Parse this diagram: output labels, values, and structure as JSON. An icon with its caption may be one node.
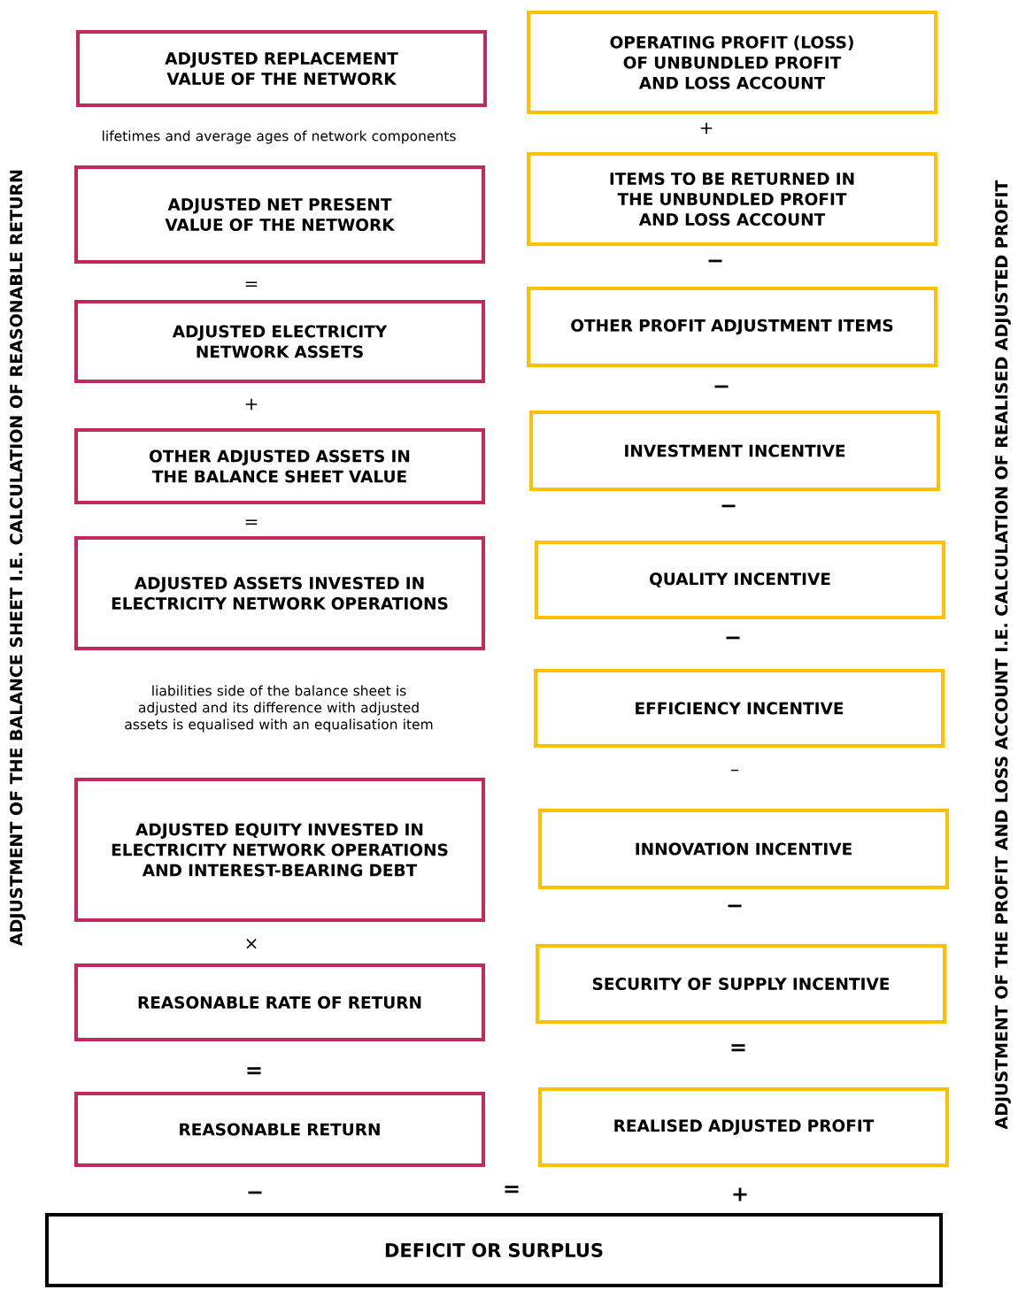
{
  "diagram": {
    "nodes": [
      {
        "text": [
          "ADJUSTED REPLACEMENT VALUE OF THE NETWORK"
        ]
      },
      {
        "text": [
          "ADJUSTED NET PRESENT VALUE OF THE NETWORK"
        ]
      },
      {
        "text": [
          "ADJUSTED ELECTRICITY NETWORK ASSETS"
        ]
      },
      {
        "text": [
          "OTHER ADJUSTED ASSETS IN THE BALANCE SHEET VALUE"
        ]
      },
      {
        "text": [
          "ADJUSTED ASSETS INVESTED IN ELECTRICITY NETWORK OPERATIONS"
        ]
      },
      {
        "text": [
          "ADJUSTED EQUITY INVESTED IN ELECTRICITY NETWORK OPERATIONS AND INTEREST-BEARING DEBT"
        ]
      },
      {
        "text": [
          "REASONABLE RATE OF RETURN"
        ]
      },
      {
        "text": [
          "REASONABLE RETURN"
        ]
      },
      {
        "text": [
          "OPERATING PROFIT (LOSS) OF UNBUNDLED PROFIT AND LOSS ACCOUNT"
        ]
      },
      {
        "text": [
          "ITEMS TO BE RETURNED IN THE UNBUNDLED PROFIT AND LOSS ACCOUNT"
        ]
      },
      {
        "text": [
          "OTHER PROFIT ADJUSTMENT ITEMS"
        ]
      },
      {
        "text": [
          "INVESTMENT INCENTIVE"
        ]
      },
      {
        "text": [
          "QUALITY INCENTIVE"
        ]
      },
      {
        "text": [
          "EFFICIENCY INCENTIVE"
        ]
      },
      {
        "text": [
          "INNOVATION INCENTIVE"
        ]
      },
      {
        "text": [
          "SECURITY OF SUPPLY INCENTIVE"
        ]
      },
      {
        "text": [
          "REALISED ADJUSTED PROFIT"
        ]
      },
      {
        "text": [
          "DEFICIT OR SURPLUS"
        ]
      }
    ],
    "edges": [],
    "labels": [
      "ADJUSTMENT OF THE BALANCE SHEET I.E. CALCULATION OF REASONABLE RETURN",
      "lifetimes and average ages of network components",
      "=",
      "+",
      "=",
      "liabilities side of the balance sheet is adjusted and its difference with adjusted assets is equalised with an equalisation item",
      "×",
      "=",
      "+",
      "−",
      "−",
      "−",
      "−",
      "–",
      "−",
      "=",
      "−",
      "=",
      "+",
      "ADJUSTMENT OF THE PROFIT AND LOSS ACCOUNT I.E. CALCULATION OF REALISED ADJUSTED PROFIT"
    ]
  }
}
